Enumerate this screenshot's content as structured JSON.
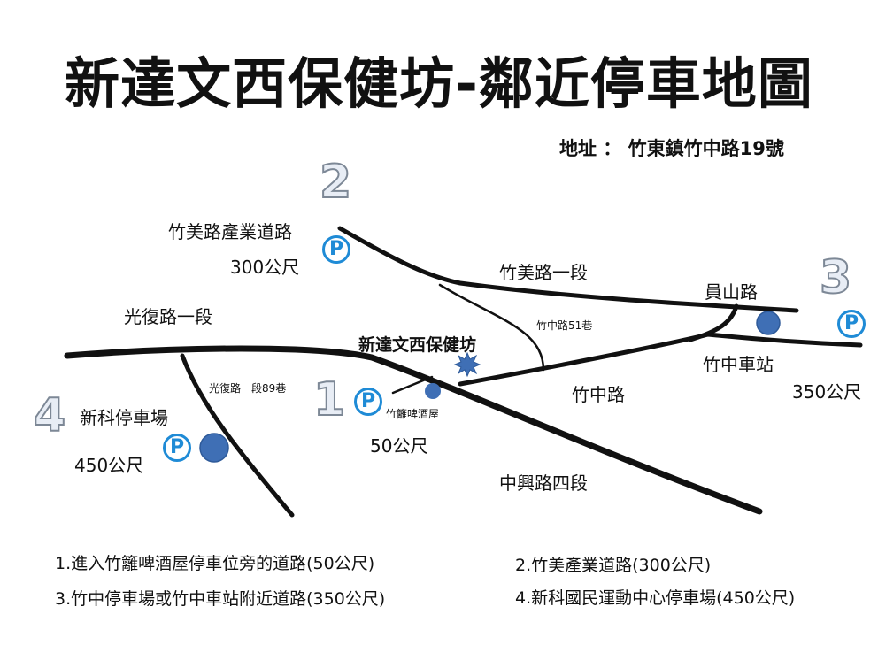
{
  "title": "新達文西保健坊-鄰近停車地圖",
  "address": "地址 ： 竹東鎮竹中路19號",
  "roads": {
    "zhumei_industry": "竹美路產業道路",
    "zhumei_sec1": "竹美路一段",
    "guangfu_sec1": "光復路一段",
    "zhuzhong_51": "竹中路51巷",
    "yuanshan": "員山路",
    "zhuzhong_station": "竹中車站",
    "guangfu_89": "光復路一段89巷",
    "zhuzhong_road": "竹中路",
    "zhongxing_sec4": "中興路四段"
  },
  "places": {
    "clinic": "新達文西保健坊",
    "beer_house": "竹籬啤酒屋",
    "xinke_parking": "新科停車場"
  },
  "parking": [
    {
      "number": "1",
      "distance": "50公尺"
    },
    {
      "number": "2",
      "distance": "300公尺"
    },
    {
      "number": "3",
      "distance": "350公尺"
    },
    {
      "number": "4",
      "distance": "450公尺"
    }
  ],
  "p_symbol": "P",
  "notes": [
    "1.進入竹籬啤酒屋停車位旁的道路(50公尺)",
    "2.竹美產業道路(300公尺)",
    "3.竹中停車場或竹中車站附近道路(350公尺)",
    "4.新科國民運動中心停車場(450公尺)"
  ],
  "colors": {
    "road": "#111111",
    "marker": "#3f6fb5",
    "parking": "#1f8bd6"
  }
}
